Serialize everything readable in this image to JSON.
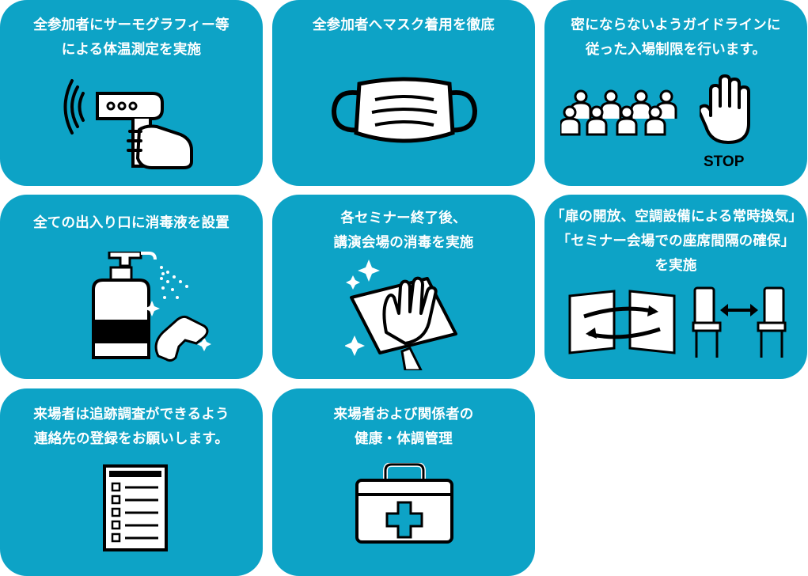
{
  "theme": {
    "card_color": "#0da3c6",
    "ink_color": "#000000",
    "text_color": "#ffffff"
  },
  "cards": [
    {
      "lines": [
        "全参加者にサーモグラフィー等",
        "による体温測定を実施"
      ],
      "icon": "thermometer-gun-icon"
    },
    {
      "lines": [
        "全参加者へマスク着用を徹底"
      ],
      "icon": "face-mask-icon"
    },
    {
      "lines": [
        "密にならないようガイドラインに",
        "従った入場制限を行います。"
      ],
      "icon": "crowd-stop-icon",
      "stop_label": "STOP"
    },
    {
      "lines": [
        "全ての出入り口に消毒液を設置"
      ],
      "icon": "sanitizer-icon"
    },
    {
      "lines": [
        "各セミナー終了後、",
        "講演会場の消毒を実施"
      ],
      "icon": "wipe-cleaning-icon"
    },
    {
      "lines": [
        "「扉の開放、空調設備による常時換気」",
        "「セミナー会場での座席間隔の確保」",
        "を実施"
      ],
      "icon": "ventilation-distance-icon"
    },
    {
      "lines": [
        "来場者は追跡調査ができるよう",
        "連絡先の登録をお願いします。"
      ],
      "icon": "clipboard-icon"
    },
    {
      "lines": [
        "来場者および関係者の",
        "健康・体調管理"
      ],
      "icon": "first-aid-kit-icon"
    }
  ]
}
